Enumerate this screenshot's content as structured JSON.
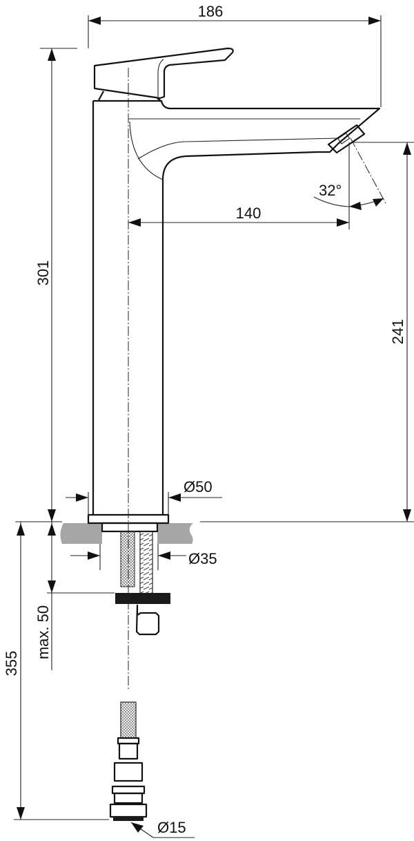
{
  "drawing": {
    "subject": "Tall single-lever basin mixer — technical dimension drawing",
    "colors": {
      "line": "#111111",
      "countertop": "#a6a6a6",
      "background": "#ffffff"
    },
    "dimensions": {
      "overall_width": "186",
      "overall_height": "301",
      "spout_reach": "140",
      "spout_outlet_height": "241",
      "spout_angle": "32°",
      "base_diameter": "Ø50",
      "hole_diameter": "Ø35",
      "max_deck_thickness": "max. 50",
      "hose_length": "355",
      "connection_diameter": "Ø15"
    }
  }
}
